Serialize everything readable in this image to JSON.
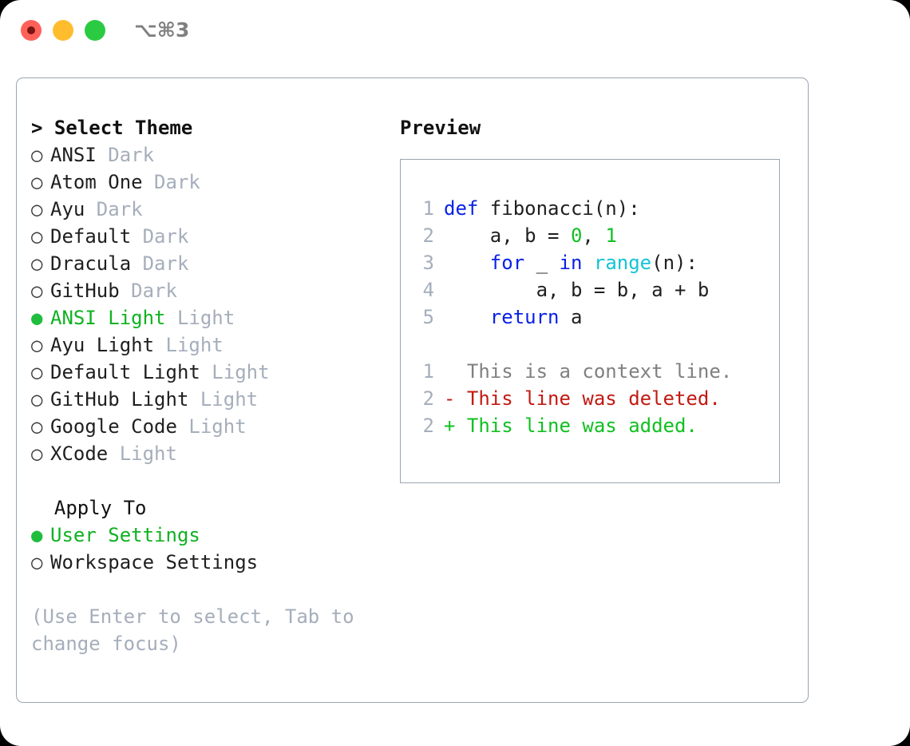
{
  "window": {
    "traffic_lights": [
      "close",
      "minimize",
      "maximize"
    ],
    "title_shortcut": "⌥⌘3",
    "colors": {
      "close": "#ff6159",
      "minimize": "#ffbd2e",
      "maximize": "#2acb42",
      "panel_border": "#9aa5b1",
      "accent_selected": "#10b221",
      "muted_text": "#a5aebb"
    }
  },
  "theme_panel": {
    "header": "> Select Theme",
    "items": [
      {
        "bullet": "○",
        "name": "ANSI",
        "suffix": "Dark",
        "selected": false
      },
      {
        "bullet": "○",
        "name": "Atom One",
        "suffix": "Dark",
        "selected": false
      },
      {
        "bullet": "○",
        "name": "Ayu",
        "suffix": "Dark",
        "selected": false
      },
      {
        "bullet": "○",
        "name": "Default",
        "suffix": "Dark",
        "selected": false
      },
      {
        "bullet": "○",
        "name": "Dracula",
        "suffix": "Dark",
        "selected": false
      },
      {
        "bullet": "○",
        "name": "GitHub",
        "suffix": "Dark",
        "selected": false
      },
      {
        "bullet": "●",
        "name": "ANSI Light",
        "suffix": "Light",
        "selected": true
      },
      {
        "bullet": "○",
        "name": "Ayu Light",
        "suffix": "Light",
        "selected": false
      },
      {
        "bullet": "○",
        "name": "Default Light",
        "suffix": "Light",
        "selected": false
      },
      {
        "bullet": "○",
        "name": "GitHub Light",
        "suffix": "Light",
        "selected": false
      },
      {
        "bullet": "○",
        "name": "Google Code",
        "suffix": "Light",
        "selected": false
      },
      {
        "bullet": "○",
        "name": "XCode",
        "suffix": "Light",
        "selected": false
      }
    ]
  },
  "apply_to": {
    "header": "  Apply To",
    "items": [
      {
        "bullet": "●",
        "name": "User Settings",
        "selected": true
      },
      {
        "bullet": "○",
        "name": "Workspace Settings",
        "selected": false
      }
    ]
  },
  "hint": "(Use Enter to select, Tab to change focus)",
  "preview": {
    "title": "Preview",
    "code_lines": [
      {
        "num": "1",
        "tokens": [
          {
            "t": "def",
            "c": "kw"
          },
          {
            "t": " fibonacci(n):",
            "c": "plain"
          }
        ]
      },
      {
        "num": "2",
        "tokens": [
          {
            "t": "    a, b = ",
            "c": "plain"
          },
          {
            "t": "0",
            "c": "num"
          },
          {
            "t": ", ",
            "c": "plain"
          },
          {
            "t": "1",
            "c": "num"
          }
        ]
      },
      {
        "num": "3",
        "tokens": [
          {
            "t": "    ",
            "c": "plain"
          },
          {
            "t": "for",
            "c": "kw"
          },
          {
            "t": " _ ",
            "c": "plain"
          },
          {
            "t": "in",
            "c": "kw"
          },
          {
            "t": " ",
            "c": "plain"
          },
          {
            "t": "range",
            "c": "fn"
          },
          {
            "t": "(n):",
            "c": "plain"
          }
        ]
      },
      {
        "num": "4",
        "tokens": [
          {
            "t": "        a, b = b, a + b",
            "c": "plain"
          }
        ]
      },
      {
        "num": "5",
        "tokens": [
          {
            "t": "    ",
            "c": "plain"
          },
          {
            "t": "return",
            "c": "kw"
          },
          {
            "t": " a",
            "c": "plain"
          }
        ]
      }
    ],
    "diff_lines": [
      {
        "num": "1",
        "marker": "  ",
        "text": "This is a context line.",
        "kind": "ctx"
      },
      {
        "num": "2",
        "marker": "- ",
        "text": "This line was deleted.",
        "kind": "del"
      },
      {
        "num": "2",
        "marker": "+ ",
        "text": "This line was added.",
        "kind": "add"
      }
    ]
  }
}
